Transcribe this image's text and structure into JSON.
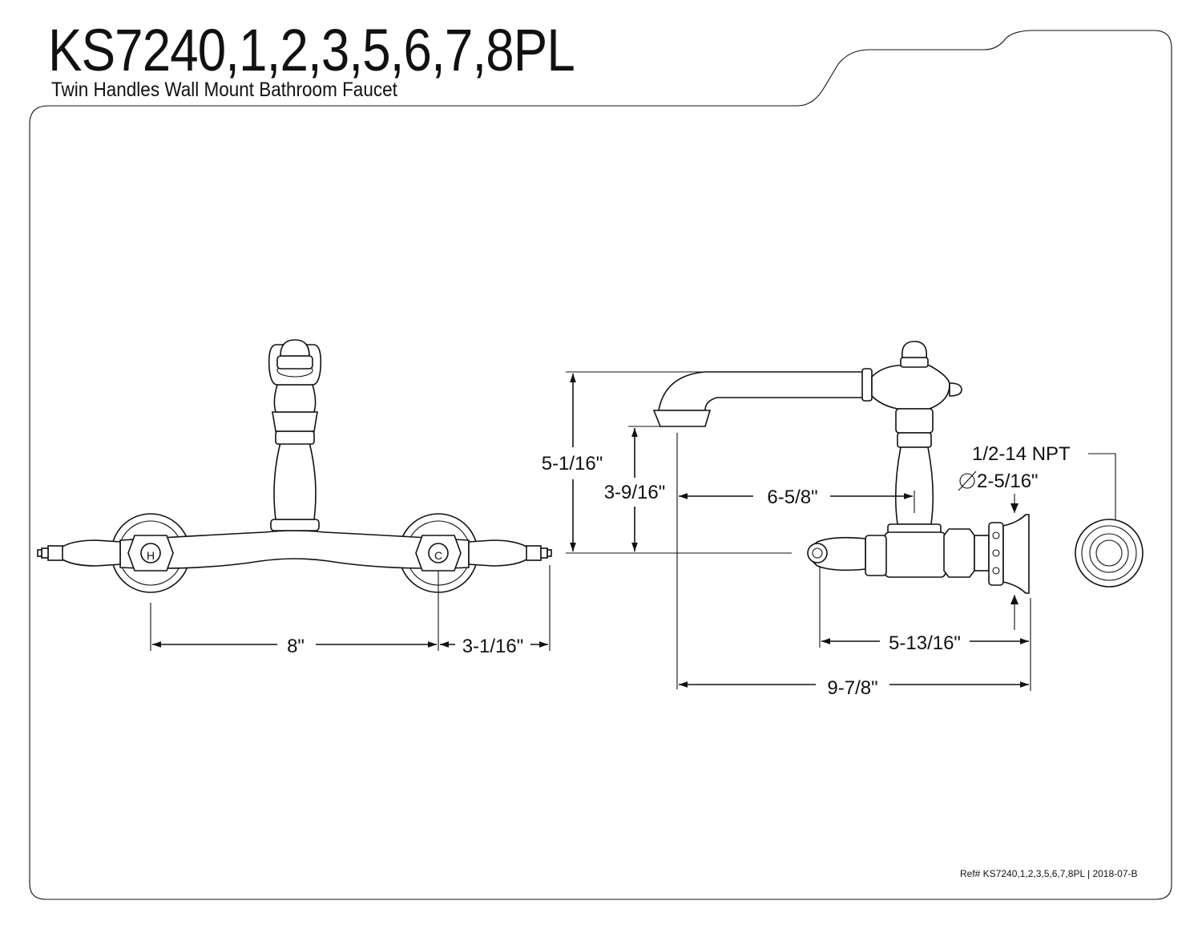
{
  "header": {
    "title": "KS7240,1,2,3,5,6,7,8PL",
    "subtitle": "Twin Handles Wall Mount Bathroom Faucet"
  },
  "front_view": {
    "hot_marker": "H",
    "cold_marker": "C",
    "dim_handle_spacing": "8\"",
    "dim_handle_to_end": "3-1/16\""
  },
  "side_view": {
    "dim_spout_top_height": "5-1/16\"",
    "dim_spout_outlet_height": "3-9/16\"",
    "dim_spout_reach": "6-5/8\"",
    "dim_thread": "1/2-14 NPT",
    "dim_flange_diameter": "2-5/16\"",
    "dim_handle_to_wall": "5-13/16\"",
    "dim_overall_depth": "9-7/8\""
  },
  "footer": {
    "reference": "Ref# KS7240,1,2,3,5,6,7,8PL | 2018-07-B"
  }
}
